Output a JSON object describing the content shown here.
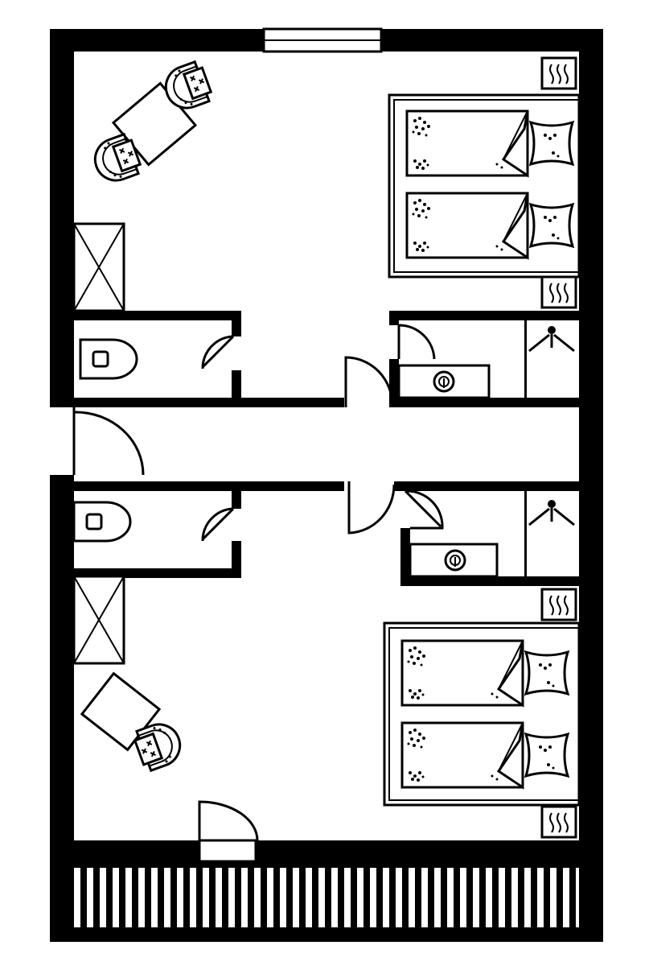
{
  "plan": {
    "kind": "floor-plan",
    "colors": {
      "ink": "#000000",
      "paper": "#ffffff"
    },
    "rooms": [
      {
        "name": "bedroom-upper",
        "furniture": [
          "twin-bed",
          "twin-bed",
          "armchair",
          "armchair",
          "coffee-table",
          "wardrobe",
          "radiator",
          "radiator"
        ]
      },
      {
        "name": "wc-upper",
        "fixtures": [
          "toilet"
        ]
      },
      {
        "name": "shower-upper",
        "fixtures": [
          "sink",
          "shower"
        ]
      },
      {
        "name": "hallway",
        "openings": [
          "entrance-door",
          "door",
          "door"
        ]
      },
      {
        "name": "wc-lower",
        "fixtures": [
          "toilet"
        ]
      },
      {
        "name": "shower-lower",
        "fixtures": [
          "sink",
          "shower"
        ]
      },
      {
        "name": "bedroom-lower",
        "furniture": [
          "twin-bed",
          "twin-bed",
          "armchair",
          "coffee-table",
          "wardrobe",
          "radiator",
          "radiator"
        ]
      },
      {
        "name": "balcony",
        "features": [
          "railing",
          "balcony-door"
        ]
      }
    ]
  }
}
